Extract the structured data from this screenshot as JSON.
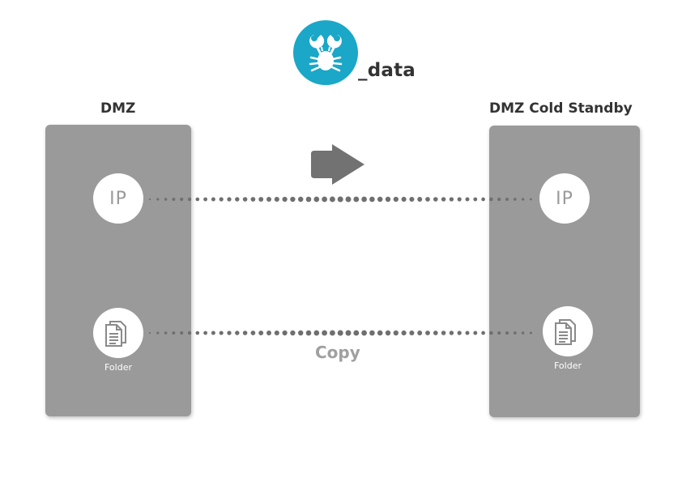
{
  "header": {
    "logo_icon": "crab-icon",
    "logo_text": "_data",
    "brand_color": "#1aa7c8"
  },
  "left_zone": {
    "title": "DMZ",
    "ip_label": "IP",
    "folder_icon": "documents-icon",
    "folder_label": "Folder"
  },
  "right_zone": {
    "title": "DMZ Cold Standby",
    "ip_label": "IP",
    "folder_icon": "documents-icon",
    "folder_label": "Folder"
  },
  "flow": {
    "direction_icon": "arrow-right-icon",
    "copy_label": "Copy"
  },
  "colors": {
    "panel": "#9a9a9b",
    "connector": "#6f6f70",
    "arrow": "#727273"
  }
}
